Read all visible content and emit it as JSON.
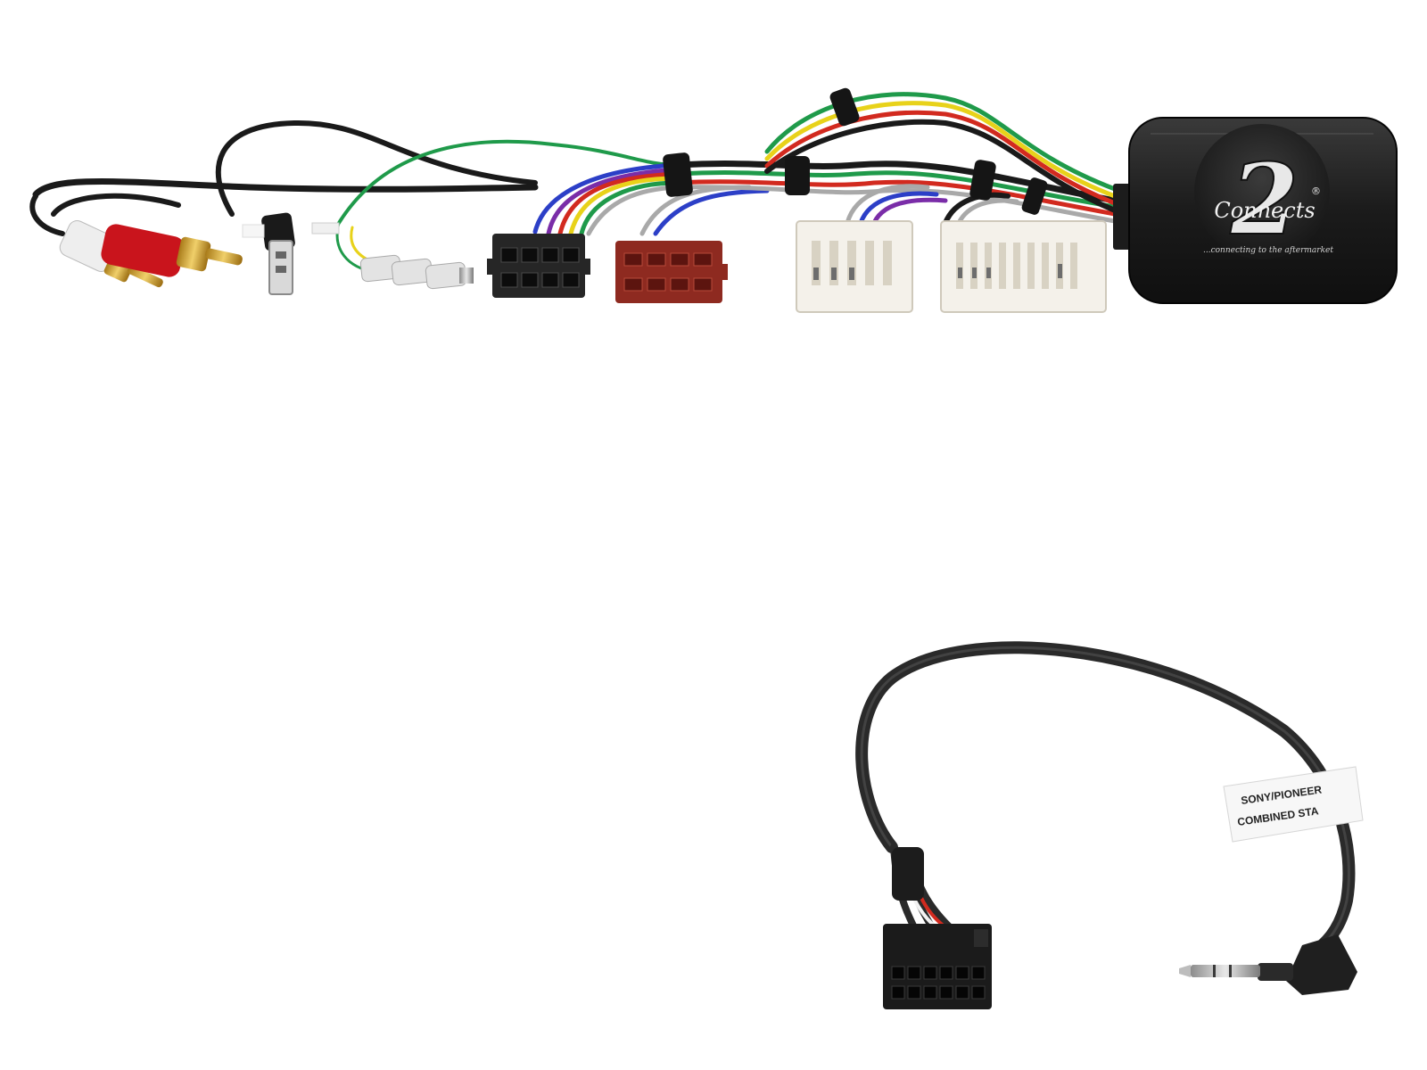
{
  "product": {
    "logo_number": "2",
    "logo_wordmark": "Connects",
    "logo_registered": "®",
    "tagline": "...connecting to the aftermarket"
  },
  "patch_lead": {
    "label_line1": "SONY/PIONEER",
    "label_line2": "COMBINED STA"
  },
  "colors": {
    "wire_black": "#1a1a1a",
    "wire_red": "#d22a1f",
    "wire_green": "#1f9a4a",
    "wire_yellow": "#e8d21a",
    "wire_blue": "#2c3fc7",
    "wire_grey": "#a9a9a9",
    "wire_white": "#f2f2f2",
    "iso_black": "#262626",
    "iso_brown": "#8e2a20",
    "white_connector": "#f4f1ea",
    "rca_red": "#c9141c",
    "rca_white": "#eeeeee",
    "gold": "#d4a52a",
    "module_body": "#1c1c1c"
  }
}
